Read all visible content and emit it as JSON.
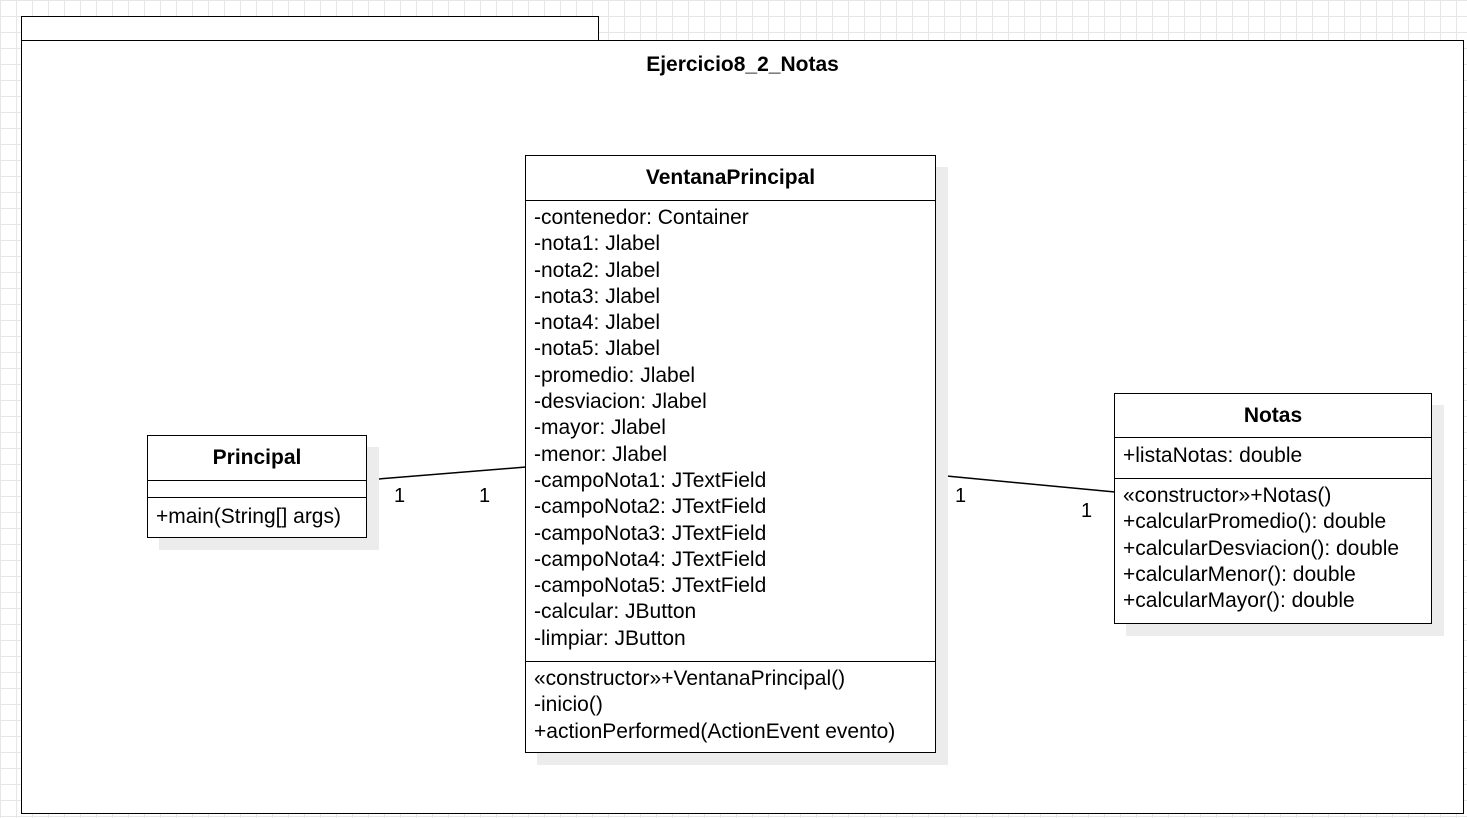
{
  "package": {
    "title": "Ejercicio8_2_Notas"
  },
  "classes": {
    "principal": {
      "name": "Principal",
      "attributes": [],
      "operations": [
        "+main(String[] args)"
      ]
    },
    "ventana": {
      "name": "VentanaPrincipal",
      "attributes": [
        "-contenedor: Container",
        "-nota1: Jlabel",
        "-nota2: Jlabel",
        "-nota3: Jlabel",
        "-nota4: Jlabel",
        "-nota5: Jlabel",
        "-promedio: Jlabel",
        "-desviacion: Jlabel",
        "-mayor: Jlabel",
        "-menor: Jlabel",
        "-campoNota1: JTextField",
        "-campoNota2: JTextField",
        "-campoNota3: JTextField",
        "-campoNota4: JTextField",
        "-campoNota5: JTextField",
        "-calcular: JButton",
        "-limpiar: JButton"
      ],
      "operations": [
        "«constructor»+VentanaPrincipal()",
        "-inicio()",
        "+actionPerformed(ActionEvent evento)"
      ]
    },
    "notas": {
      "name": "Notas",
      "attributes": [
        "+listaNotas: double"
      ],
      "operations": [
        "«constructor»+Notas()",
        "+calcularPromedio(): double",
        "+calcularDesviacion(): double",
        "+calcularMenor(): double",
        "+calcularMayor(): double"
      ]
    }
  },
  "associations": [
    {
      "from": "Principal",
      "to": "VentanaPrincipal",
      "from_mult": "1",
      "to_mult": "1"
    },
    {
      "from": "VentanaPrincipal",
      "to": "Notas",
      "from_mult": "1",
      "to_mult": "1"
    }
  ]
}
